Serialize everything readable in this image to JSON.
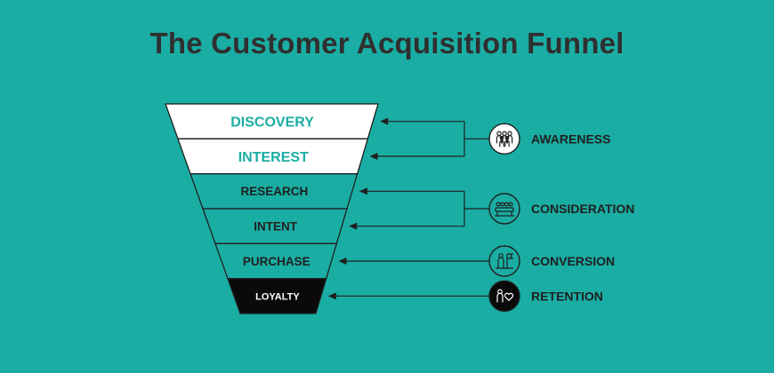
{
  "title": "The Customer Acquisition Funnel",
  "colors": {
    "background": "#1aada3",
    "light_band": "#ffffff",
    "light_text": "#1aada3",
    "mid_band": "#1aada3",
    "dark_text": "#1f1f1f",
    "bottom_band": "#0a0a0a",
    "bottom_text": "#ffffff",
    "stroke": "#1f1f1f"
  },
  "funnel": {
    "stages": [
      {
        "label": "DISCOVERY",
        "style": "light"
      },
      {
        "label": "INTEREST",
        "style": "light"
      },
      {
        "label": "RESEARCH",
        "style": "mid"
      },
      {
        "label": "INTENT",
        "style": "mid"
      },
      {
        "label": "PURCHASE",
        "style": "mid"
      },
      {
        "label": "LOYALTY",
        "style": "dark"
      }
    ]
  },
  "groups": [
    {
      "label": "AWARENESS",
      "icon": "people-group-icon",
      "stages": [
        0,
        1
      ],
      "icon_style": "light"
    },
    {
      "label": "CONSIDERATION",
      "icon": "meeting-table-icon",
      "stages": [
        2,
        3
      ],
      "icon_style": "outline"
    },
    {
      "label": "CONVERSION",
      "icon": "person-flag-icon",
      "stages": [
        4
      ],
      "icon_style": "outline"
    },
    {
      "label": "RETENTION",
      "icon": "person-heart-icon",
      "stages": [
        5
      ],
      "icon_style": "dark"
    }
  ]
}
